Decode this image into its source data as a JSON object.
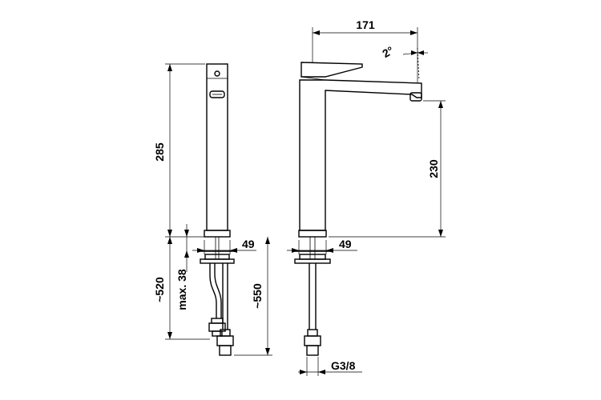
{
  "dimensions": {
    "spout_projection": "171",
    "spout_angle": "2°",
    "total_height": "285",
    "spout_height": "230",
    "base_diameter_side": "49",
    "base_diameter_front": "49",
    "hose_length": "~520",
    "max_counter_thickness": "max. 38",
    "overall_hose_length": "~550",
    "thread_size": "G3/8"
  }
}
